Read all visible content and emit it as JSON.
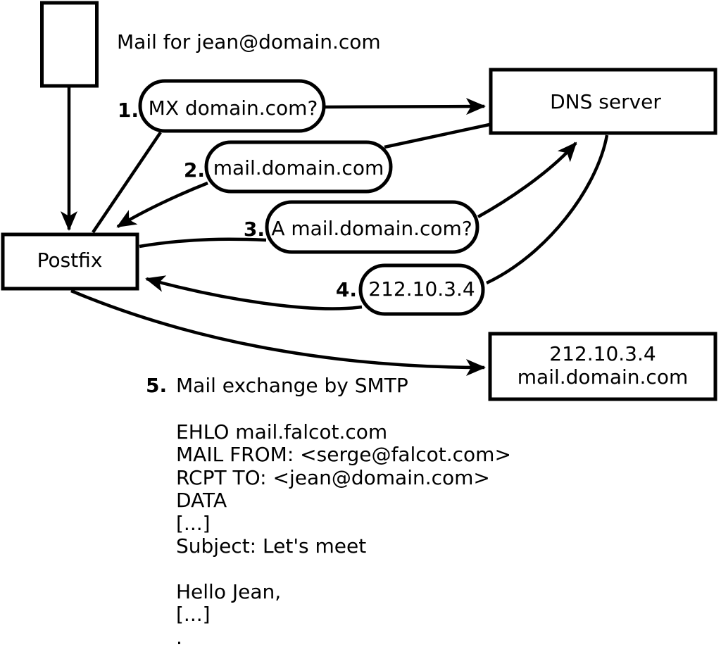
{
  "note": {
    "text": "Mail for jean@domain.com"
  },
  "nodes": {
    "postfix": {
      "label": "Postfix"
    },
    "dns": {
      "label": "DNS server"
    },
    "mailserver": {
      "line1": "212.10.3.4",
      "line2": "mail.domain.com"
    }
  },
  "steps": [
    {
      "num": "1.",
      "label": "MX domain.com?"
    },
    {
      "num": "2.",
      "label": "mail.domain.com"
    },
    {
      "num": "3.",
      "label": "A mail.domain.com?"
    },
    {
      "num": "4.",
      "label": "212.10.3.4"
    },
    {
      "num": "5.",
      "label": "Mail exchange by SMTP"
    }
  ],
  "smtp": {
    "lines": [
      "EHLO mail.falcot.com",
      "MAIL FROM: <serge@falcot.com>",
      "RCPT TO: <jean@domain.com>",
      "DATA",
      "[...]",
      "Subject: Let's meet",
      "",
      "Hello Jean,",
      "[...]",
      "."
    ]
  },
  "colors": {
    "ink": "#000000",
    "paper": "#ffffff"
  }
}
